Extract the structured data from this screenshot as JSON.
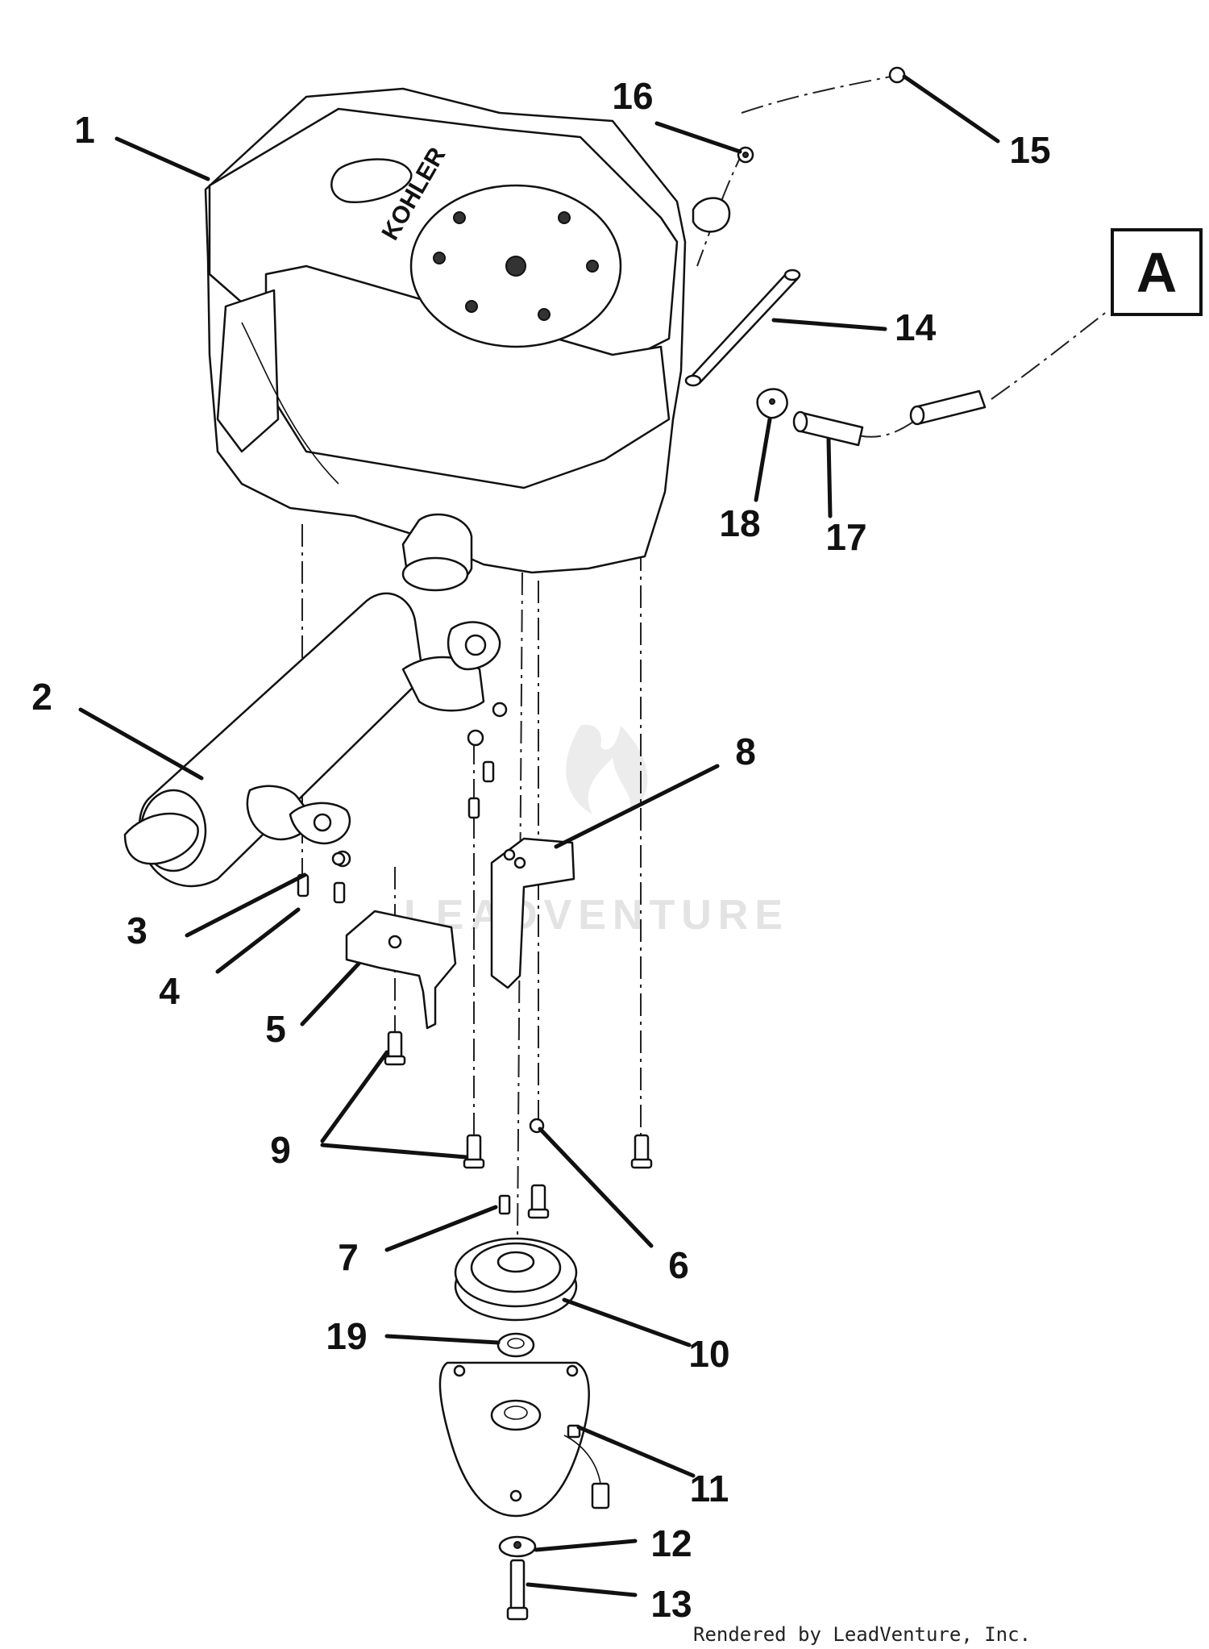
{
  "callouts": [
    {
      "id": "1",
      "text": "1"
    },
    {
      "id": "2",
      "text": "2"
    },
    {
      "id": "3",
      "text": "3"
    },
    {
      "id": "4",
      "text": "4"
    },
    {
      "id": "5",
      "text": "5"
    },
    {
      "id": "6",
      "text": "6"
    },
    {
      "id": "7",
      "text": "7"
    },
    {
      "id": "8",
      "text": "8"
    },
    {
      "id": "9",
      "text": "9"
    },
    {
      "id": "10",
      "text": "10"
    },
    {
      "id": "11",
      "text": "11"
    },
    {
      "id": "12",
      "text": "12"
    },
    {
      "id": "13",
      "text": "13"
    },
    {
      "id": "14",
      "text": "14"
    },
    {
      "id": "15",
      "text": "15"
    },
    {
      "id": "16",
      "text": "16"
    },
    {
      "id": "17",
      "text": "17"
    },
    {
      "id": "18",
      "text": "18"
    },
    {
      "id": "19",
      "text": "19"
    }
  ],
  "reference_box": "A",
  "engine_logo": "KOHLER",
  "watermark": "LEADVENTURE",
  "credit": "Rendered by LeadVenture, Inc.",
  "colors": {
    "ink": "#111111",
    "paper": "#ffffff",
    "watermark": "#e3e3e3"
  }
}
